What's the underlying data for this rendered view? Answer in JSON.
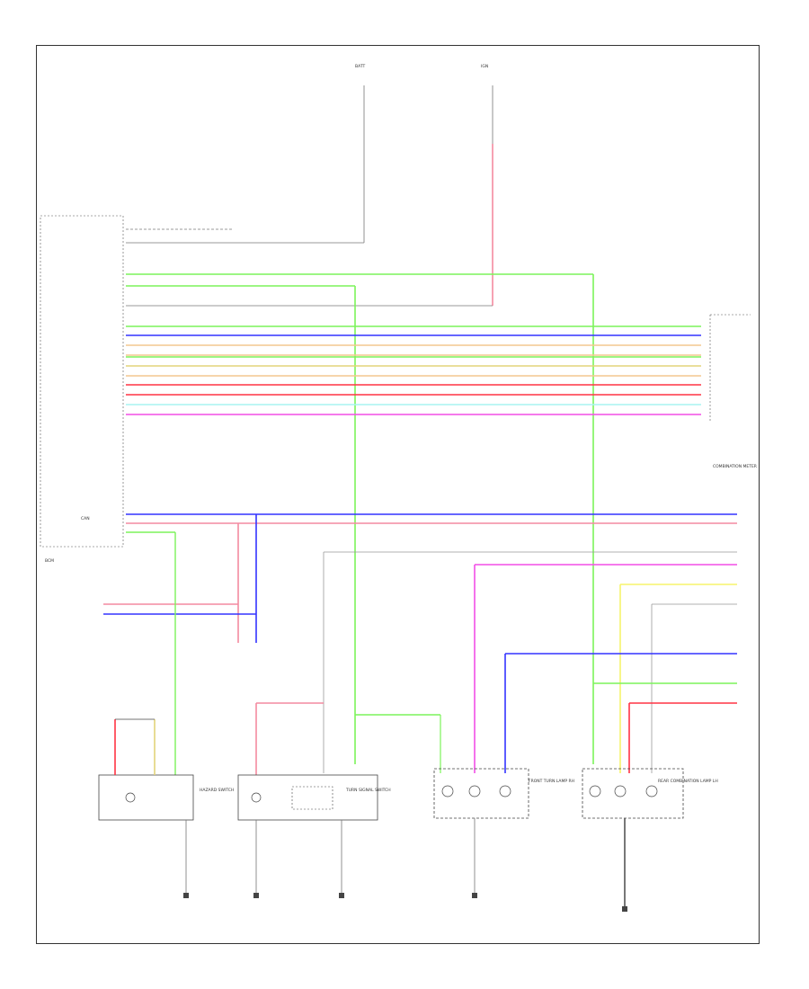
{
  "diagram": {
    "footer_code": "",
    "module_left_label": "BCM",
    "module_right_label": "COMBINATION METER",
    "power_top_left": "BATT",
    "power_top_right": "IGN",
    "left_pins": [
      "",
      "",
      "",
      "",
      "",
      "",
      "",
      "",
      "",
      "",
      "",
      "",
      "",
      "",
      ""
    ],
    "can_label": "CAN",
    "can_left_label": "",
    "joint_connector_label": "",
    "components": {
      "hazard_switch": "HAZARD SWITCH",
      "turn_switch": "TURN SIGNAL SWITCH",
      "front_turn_lamp_rh": "FRONT TURN LAMP RH",
      "rear_turn_lamp_lh": "REAR COMBINATION LAMP LH"
    },
    "grounds": [
      "",
      "",
      "",
      "",
      ""
    ],
    "wire_colors": {
      "green": "#7cf35a",
      "blue": "#3333ff",
      "red": "#ff3344",
      "pink": "#f06fa0",
      "magenta": "#f24fe6",
      "orange": "#f3c78f",
      "cyan": "#a7f3f0",
      "yellow": "#f7f36c",
      "tan": "#e3d37a",
      "gray": "#888888"
    }
  }
}
